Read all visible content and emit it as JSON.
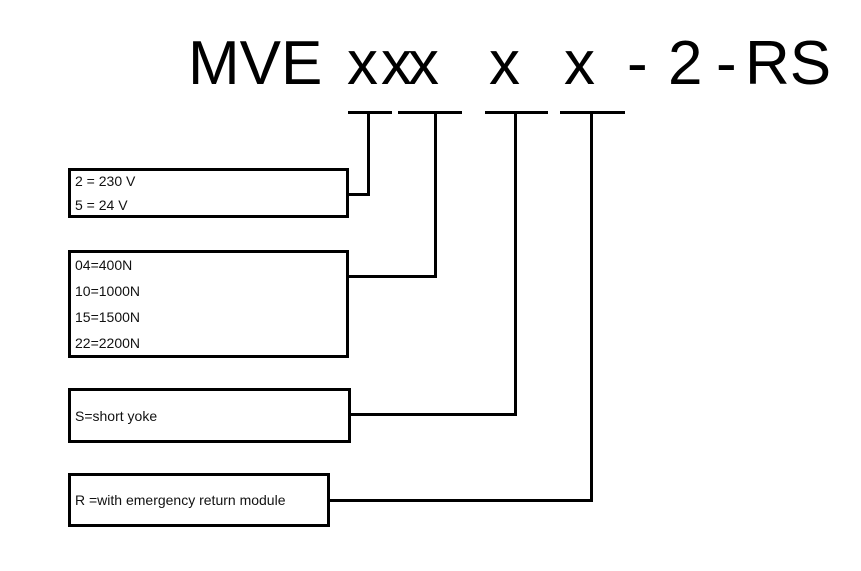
{
  "diagram": {
    "model_code": "MVE x xx x x - 2 -RS",
    "segments": [
      "MVE",
      "x",
      "xx",
      "x",
      "x",
      "-",
      "2",
      "-",
      "RS"
    ],
    "legend_boxes": [
      {
        "name": "voltage",
        "lines": [
          "2 = 230 V",
          "5 = 24 V"
        ]
      },
      {
        "name": "force",
        "lines": [
          "04=400N",
          "10=1000N",
          "15=1500N",
          "22=2200N"
        ]
      },
      {
        "name": "yoke",
        "lines": [
          "S=short yoke"
        ]
      },
      {
        "name": "emergency-return",
        "lines": [
          "R =with emergency return module"
        ]
      }
    ],
    "colors": {
      "line": "#000000",
      "text": "#111111",
      "background": "#ffffff"
    }
  }
}
